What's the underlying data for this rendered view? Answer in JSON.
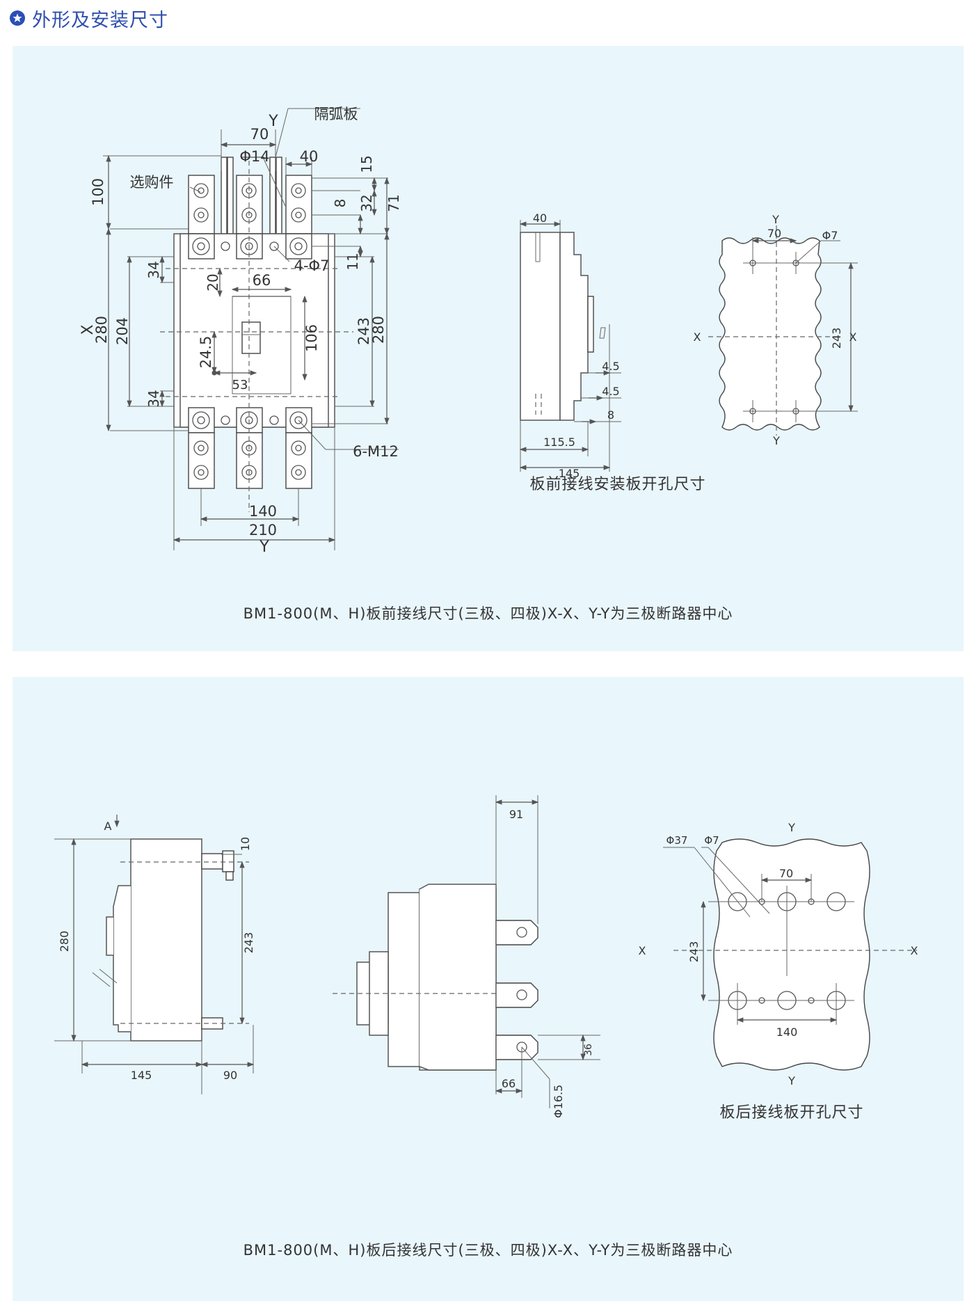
{
  "header": {
    "title": "外形及安装尺寸",
    "icon": "star-circle-icon"
  },
  "colors": {
    "accent": "#2f4fae",
    "panel_bg": "#e9f6fc",
    "line": "#555555"
  },
  "panel_front": {
    "caption": "BM1-800(M、H)板前接线尺寸(三极、四极)X-X、Y-Y为三极断路器中心",
    "front_view": {
      "labels": {
        "y_top": "Y",
        "y_bottom": "Y",
        "x_left": "X",
        "d70": "70",
        "phi14": "Φ14",
        "d40": "40",
        "d15": "15",
        "d32": "32",
        "d71": "71",
        "d8": "8",
        "d100": "100",
        "d280_left": "280",
        "d204": "204",
        "d34_top": "34",
        "d34_bottom": "34",
        "d20": "20",
        "d66": "66",
        "d106": "106",
        "d24_5": "24.5",
        "d53": "53",
        "d243": "243",
        "d280_right": "280",
        "d11": "11",
        "holes_4phi7": "4-Φ7",
        "m12": "6-M12",
        "d140": "140",
        "d210": "210",
        "optional_part": "选购件",
        "arc_barrier": "隔弧板"
      }
    },
    "side_view": {
      "labels": {
        "d40": "40",
        "d4_5_a": "4.5",
        "d4_5_b": "4.5",
        "d8": "8",
        "d115_5": "115.5",
        "d145": "145"
      }
    },
    "cutout": {
      "caption": "板前接线安装板开孔尺寸",
      "labels": {
        "y_top": "Y",
        "y_bottom": "Y",
        "x_left": "X",
        "x_right": "X",
        "d70": "70",
        "phi7": "Φ7",
        "d243": "243"
      }
    }
  },
  "panel_rear": {
    "caption": "BM1-800(M、H)板后接线尺寸(三极、四极)X-X、Y-Y为三极断路器中心",
    "side_view": {
      "labels": {
        "a": "A",
        "d280": "280",
        "d243": "243",
        "d10": "10",
        "d145": "145",
        "d90": "90"
      }
    },
    "terminal_view": {
      "labels": {
        "d91": "91",
        "d36": "36",
        "d66": "66",
        "phi16_5": "Φ16.5"
      }
    },
    "cutout": {
      "caption": "板后接线板开孔尺寸",
      "labels": {
        "y_top": "Y",
        "y_bottom": "Y",
        "x_left": "X",
        "x_right": "X",
        "phi37": "Φ37",
        "phi7": "Φ7",
        "d70": "70",
        "d243": "243",
        "d140": "140"
      }
    }
  }
}
